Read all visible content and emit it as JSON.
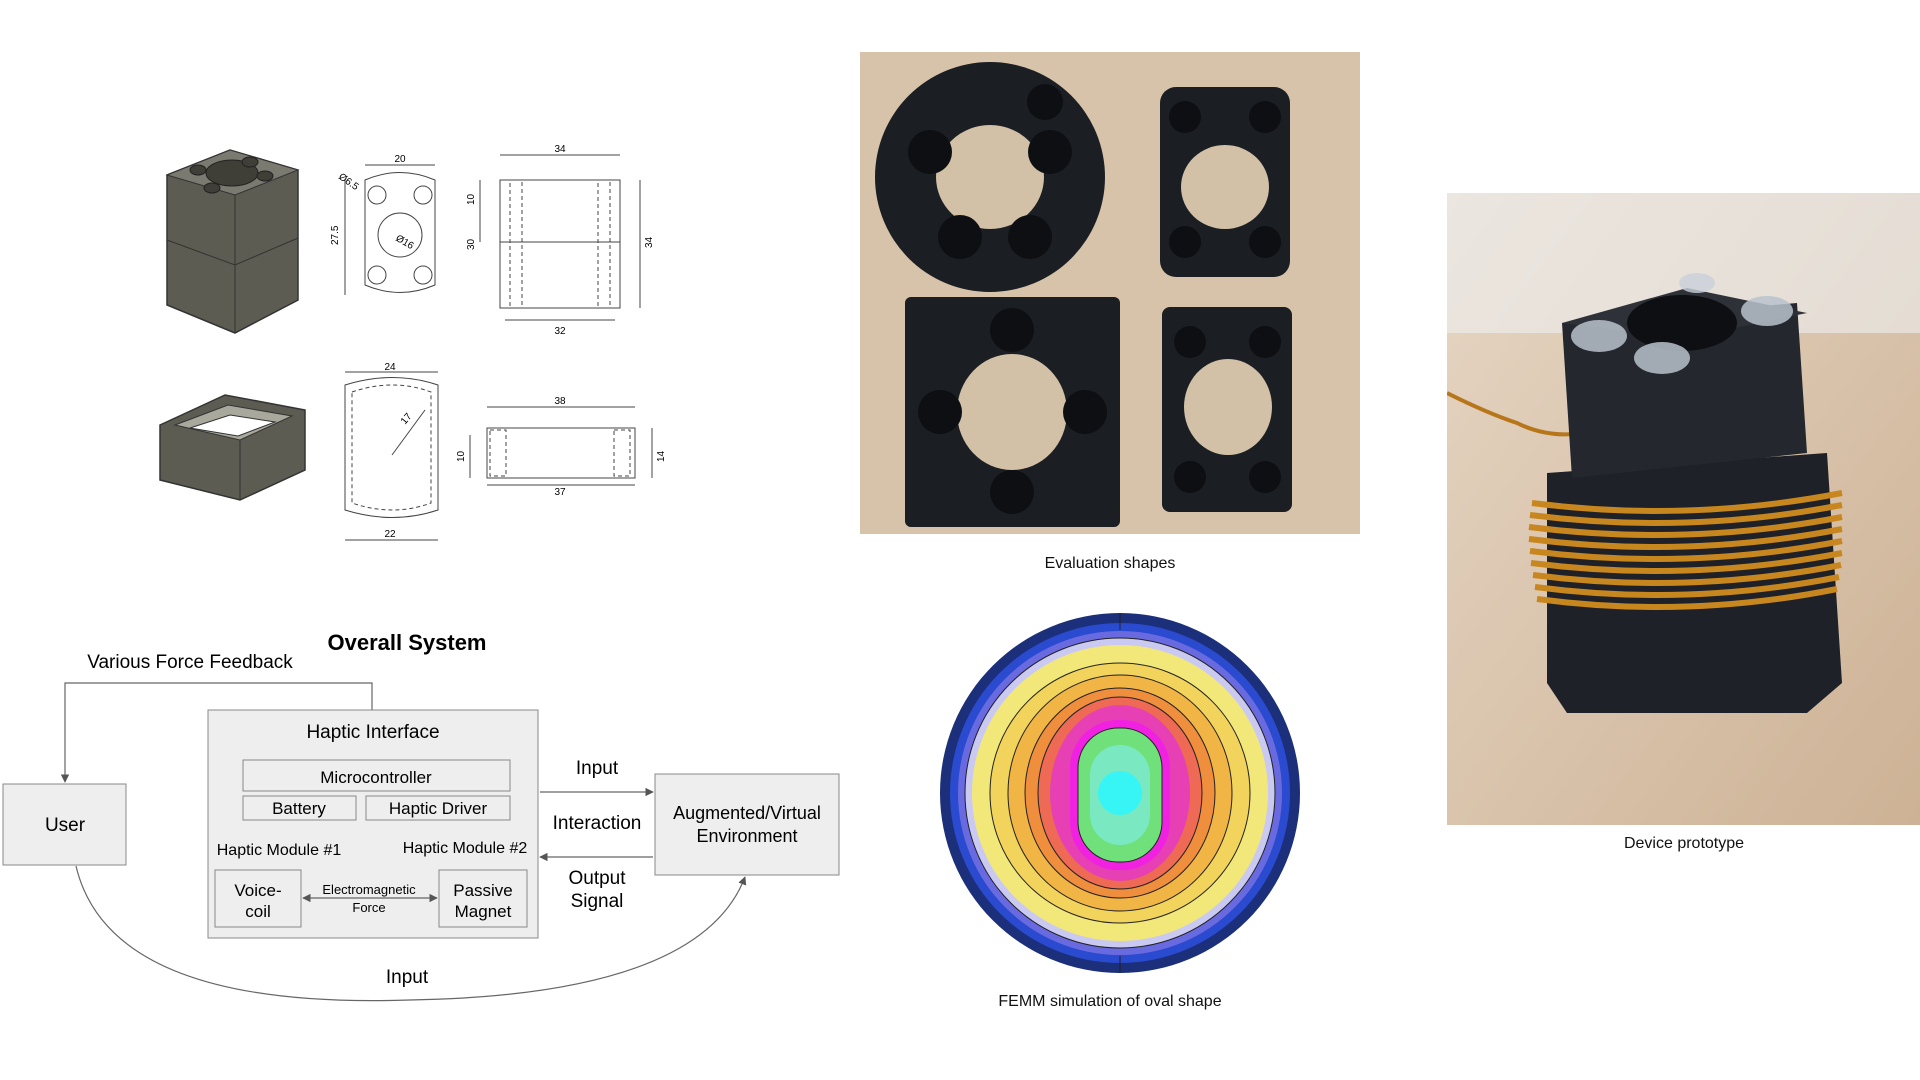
{
  "captions": {
    "evaluation": "Evaluation shapes",
    "femm": "FEMM simulation of oval shape",
    "prototype": "Device prototype"
  },
  "drawings": {
    "top": {
      "front_width": "20",
      "hole_dia": "Ø6.5",
      "bore_dia": "Ø16",
      "front_height": "27.5",
      "side_top": "34",
      "side_upper": "10",
      "side_mid": "30",
      "side_right": "34",
      "side_bottom": "32"
    },
    "bottom": {
      "front_width": "24",
      "radius": "17",
      "front_bottom": "22",
      "side_top": "38",
      "side_left": "10",
      "side_right": "14",
      "side_bottom": "37"
    }
  },
  "diagram": {
    "title": "Overall System",
    "feedback": "Various Force Feedback",
    "user": "User",
    "haptic_interface": "Haptic Interface",
    "microcontroller": "Microcontroller",
    "battery": "Battery",
    "haptic_driver": "Haptic Driver",
    "module1": "Haptic Module #1",
    "module2": "Haptic Module #2",
    "voicecoil_1": "Voice-",
    "voicecoil_2": "coil",
    "em_1": "Electromagnetic",
    "em_2": "Force",
    "magnet_1": "Passive",
    "magnet_2": "Magnet",
    "input_top": "Input",
    "interaction": "Interaction",
    "output_1": "Output",
    "output_2": "Signal",
    "env_1": "Augmented/Virtual",
    "env_2": "Environment",
    "input_bottom": "Input"
  },
  "colors": {
    "box_fill": "#eeeeee",
    "box_stroke": "#888888",
    "black_part": "#1a1d22",
    "copper": "#c8861e",
    "wood": "#dcc8ae"
  }
}
